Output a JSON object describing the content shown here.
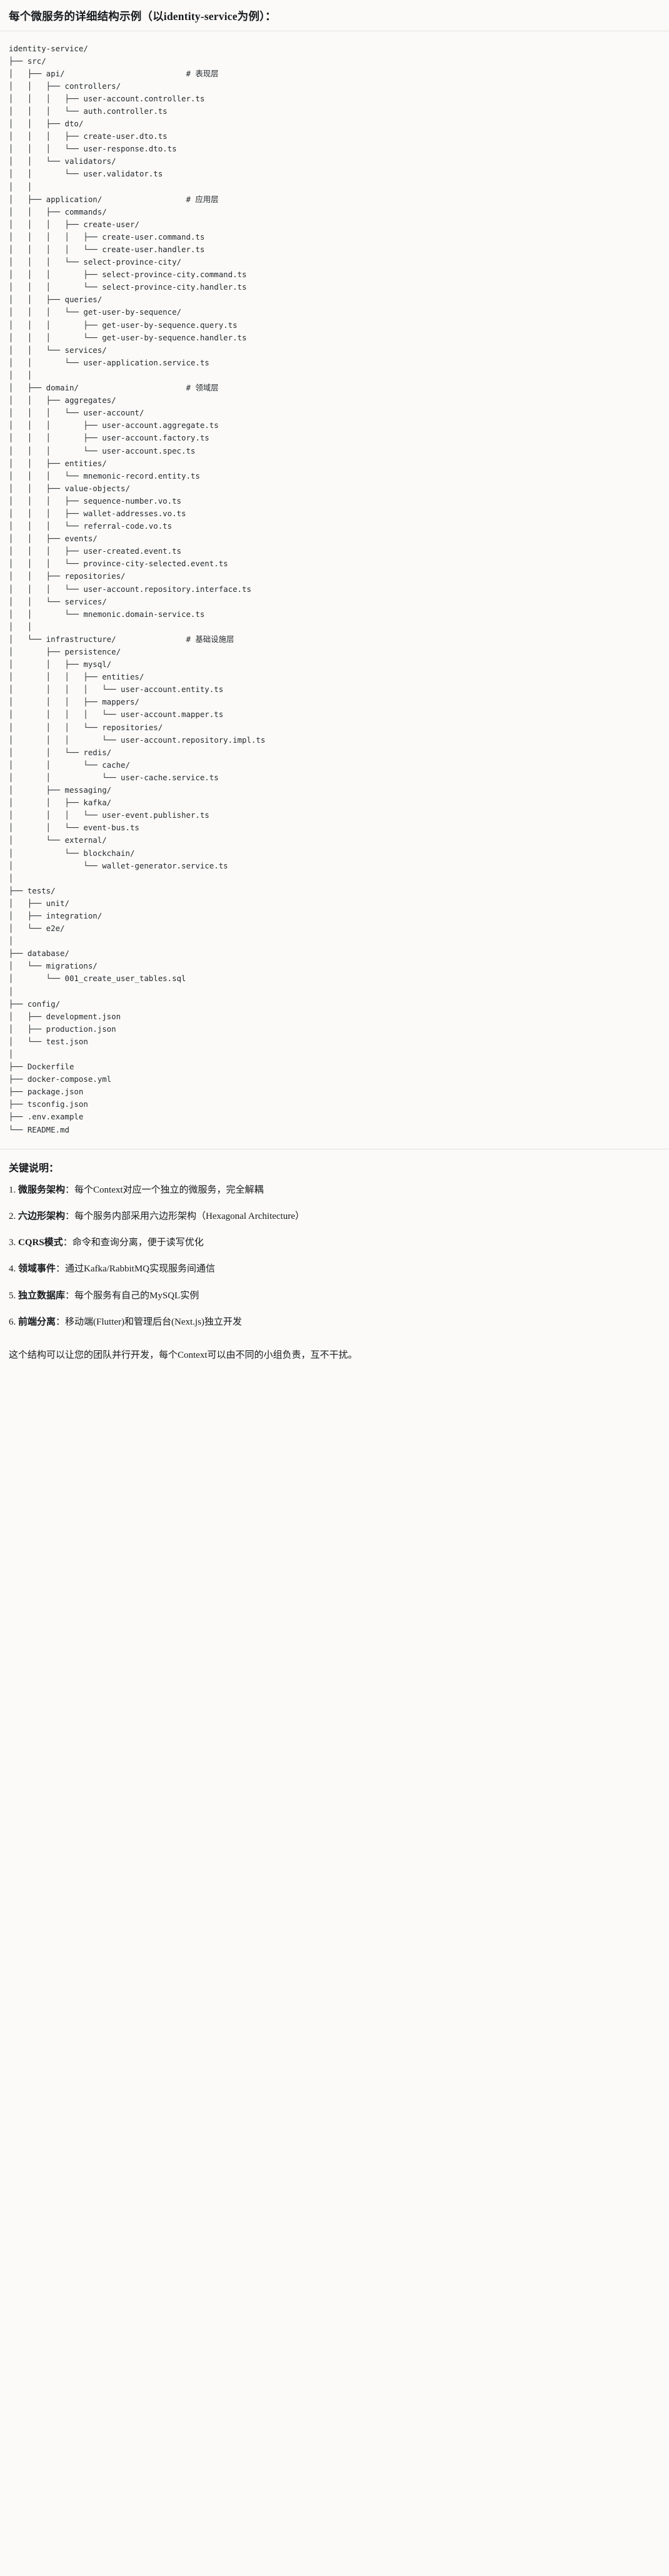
{
  "document": {
    "title": "每个微服务的详细结构示例（以identity-service为例）：",
    "root_folder": "identity-service/"
  },
  "tree": {
    "lines": [
      "identity-service/",
      "├── src/",
      "│   ├── api/                          # 表现层",
      "│   │   ├── controllers/",
      "│   │   │   ├── user-account.controller.ts",
      "│   │   │   └── auth.controller.ts",
      "│   │   ├── dto/",
      "│   │   │   ├── create-user.dto.ts",
      "│   │   │   └── user-response.dto.ts",
      "│   │   └── validators/",
      "│   │       └── user.validator.ts",
      "│   │",
      "│   ├── application/                  # 应用层",
      "│   │   ├── commands/",
      "│   │   │   ├── create-user/",
      "│   │   │   │   ├── create-user.command.ts",
      "│   │   │   │   └── create-user.handler.ts",
      "│   │   │   └── select-province-city/",
      "│   │   │       ├── select-province-city.command.ts",
      "│   │   │       └── select-province-city.handler.ts",
      "│   │   ├── queries/",
      "│   │   │   └── get-user-by-sequence/",
      "│   │   │       ├── get-user-by-sequence.query.ts",
      "│   │   │       └── get-user-by-sequence.handler.ts",
      "│   │   └── services/",
      "│   │       └── user-application.service.ts",
      "│   │",
      "│   ├── domain/                       # 领域层",
      "│   │   ├── aggregates/",
      "│   │   │   └── user-account/",
      "│   │   │       ├── user-account.aggregate.ts",
      "│   │   │       ├── user-account.factory.ts",
      "│   │   │       └── user-account.spec.ts",
      "│   │   ├── entities/",
      "│   │   │   └── mnemonic-record.entity.ts",
      "│   │   ├── value-objects/",
      "│   │   │   ├── sequence-number.vo.ts",
      "│   │   │   ├── wallet-addresses.vo.ts",
      "│   │   │   └── referral-code.vo.ts",
      "│   │   ├── events/",
      "│   │   │   ├── user-created.event.ts",
      "│   │   │   └── province-city-selected.event.ts",
      "│   │   ├── repositories/",
      "│   │   │   └── user-account.repository.interface.ts",
      "│   │   └── services/",
      "│   │       └── mnemonic.domain-service.ts",
      "│   │",
      "│   └── infrastructure/               # 基础设施层",
      "│       ├── persistence/",
      "│       │   ├── mysql/",
      "│       │   │   ├── entities/",
      "│       │   │   │   └── user-account.entity.ts",
      "│       │   │   ├── mappers/",
      "│       │   │   │   └── user-account.mapper.ts",
      "│       │   │   └── repositories/",
      "│       │   │       └── user-account.repository.impl.ts",
      "│       │   └── redis/",
      "│       │       └── cache/",
      "│       │           └── user-cache.service.ts",
      "│       ├── messaging/",
      "│       │   ├── kafka/",
      "│       │   │   └── user-event.publisher.ts",
      "│       │   └── event-bus.ts",
      "│       └── external/",
      "│           └── blockchain/",
      "│               └── wallet-generator.service.ts",
      "│",
      "├── tests/",
      "│   ├── unit/",
      "│   ├── integration/",
      "│   └── e2e/",
      "│",
      "├── database/",
      "│   └── migrations/",
      "│       └── 001_create_user_tables.sql",
      "│",
      "├── config/",
      "│   ├── development.json",
      "│   ├── production.json",
      "│   └── test.json",
      "│",
      "├── Dockerfile",
      "├── docker-compose.yml",
      "├── package.json",
      "├── tsconfig.json",
      "├── .env.example",
      "└── README.md"
    ]
  },
  "key_points": {
    "heading": "关键说明：",
    "items": [
      {
        "num": "1.",
        "term": "微服务架构",
        "desc": "：每个Context对应一个独立的微服务，完全解耦"
      },
      {
        "num": "2.",
        "term": "六边形架构",
        "desc": "：每个服务内部采用六边形架构（Hexagonal Architecture）"
      },
      {
        "num": "3.",
        "term": "CQRS模式",
        "desc": "：命令和查询分离，便于读写优化"
      },
      {
        "num": "4.",
        "term": "领域事件",
        "desc": "：通过Kafka/RabbitMQ实现服务间通信"
      },
      {
        "num": "5.",
        "term": "独立数据库",
        "desc": "：每个服务有自己的MySQL实例"
      },
      {
        "num": "6.",
        "term": "前端分离",
        "desc": "：移动端(Flutter)和管理后台(Next.js)独立开发"
      }
    ],
    "closing": "这个结构可以让您的团队并行开发，每个Context可以由不同的小组负责，互不干扰。"
  }
}
